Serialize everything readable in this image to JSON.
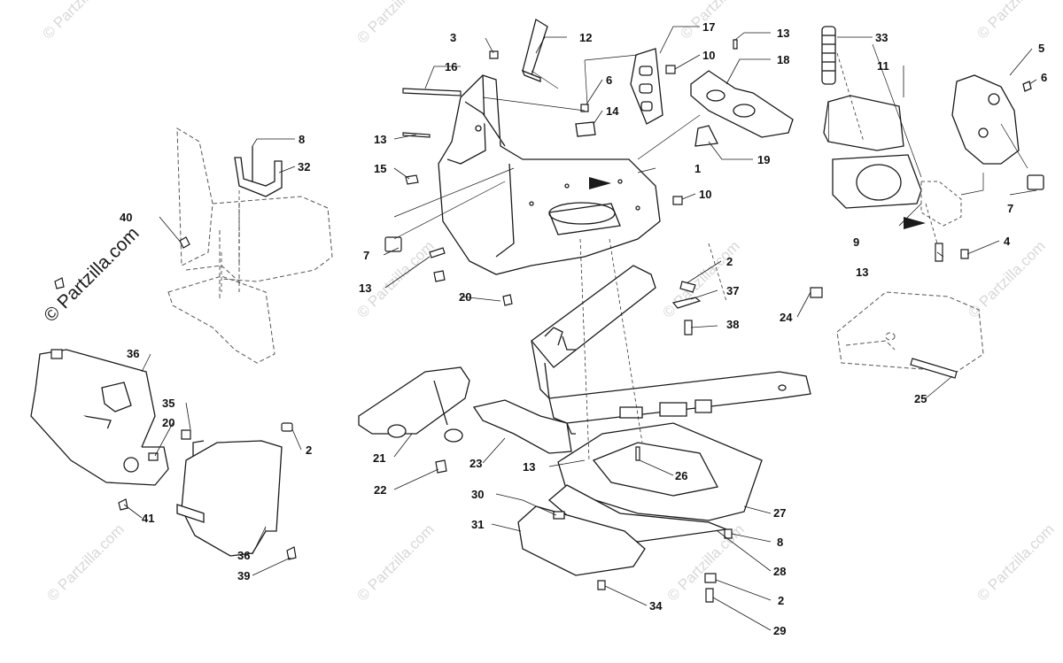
{
  "watermark": {
    "text": "© Partzilla.com",
    "main_text": "© Partzilla.com"
  },
  "callouts": [
    "1",
    "2",
    "3",
    "4",
    "5",
    "6",
    "7",
    "8",
    "9",
    "10",
    "11",
    "12",
    "13",
    "14",
    "15",
    "16",
    "17",
    "18",
    "19",
    "20",
    "21",
    "22",
    "23",
    "24",
    "25",
    "26",
    "27",
    "28",
    "29",
    "30",
    "31",
    "32",
    "33",
    "34",
    "35",
    "36",
    "37",
    "38",
    "39",
    "40",
    "41"
  ],
  "colors": {
    "line": "#1a1a1a",
    "dashed": "#555555",
    "watermark": "#d8d8d8"
  }
}
